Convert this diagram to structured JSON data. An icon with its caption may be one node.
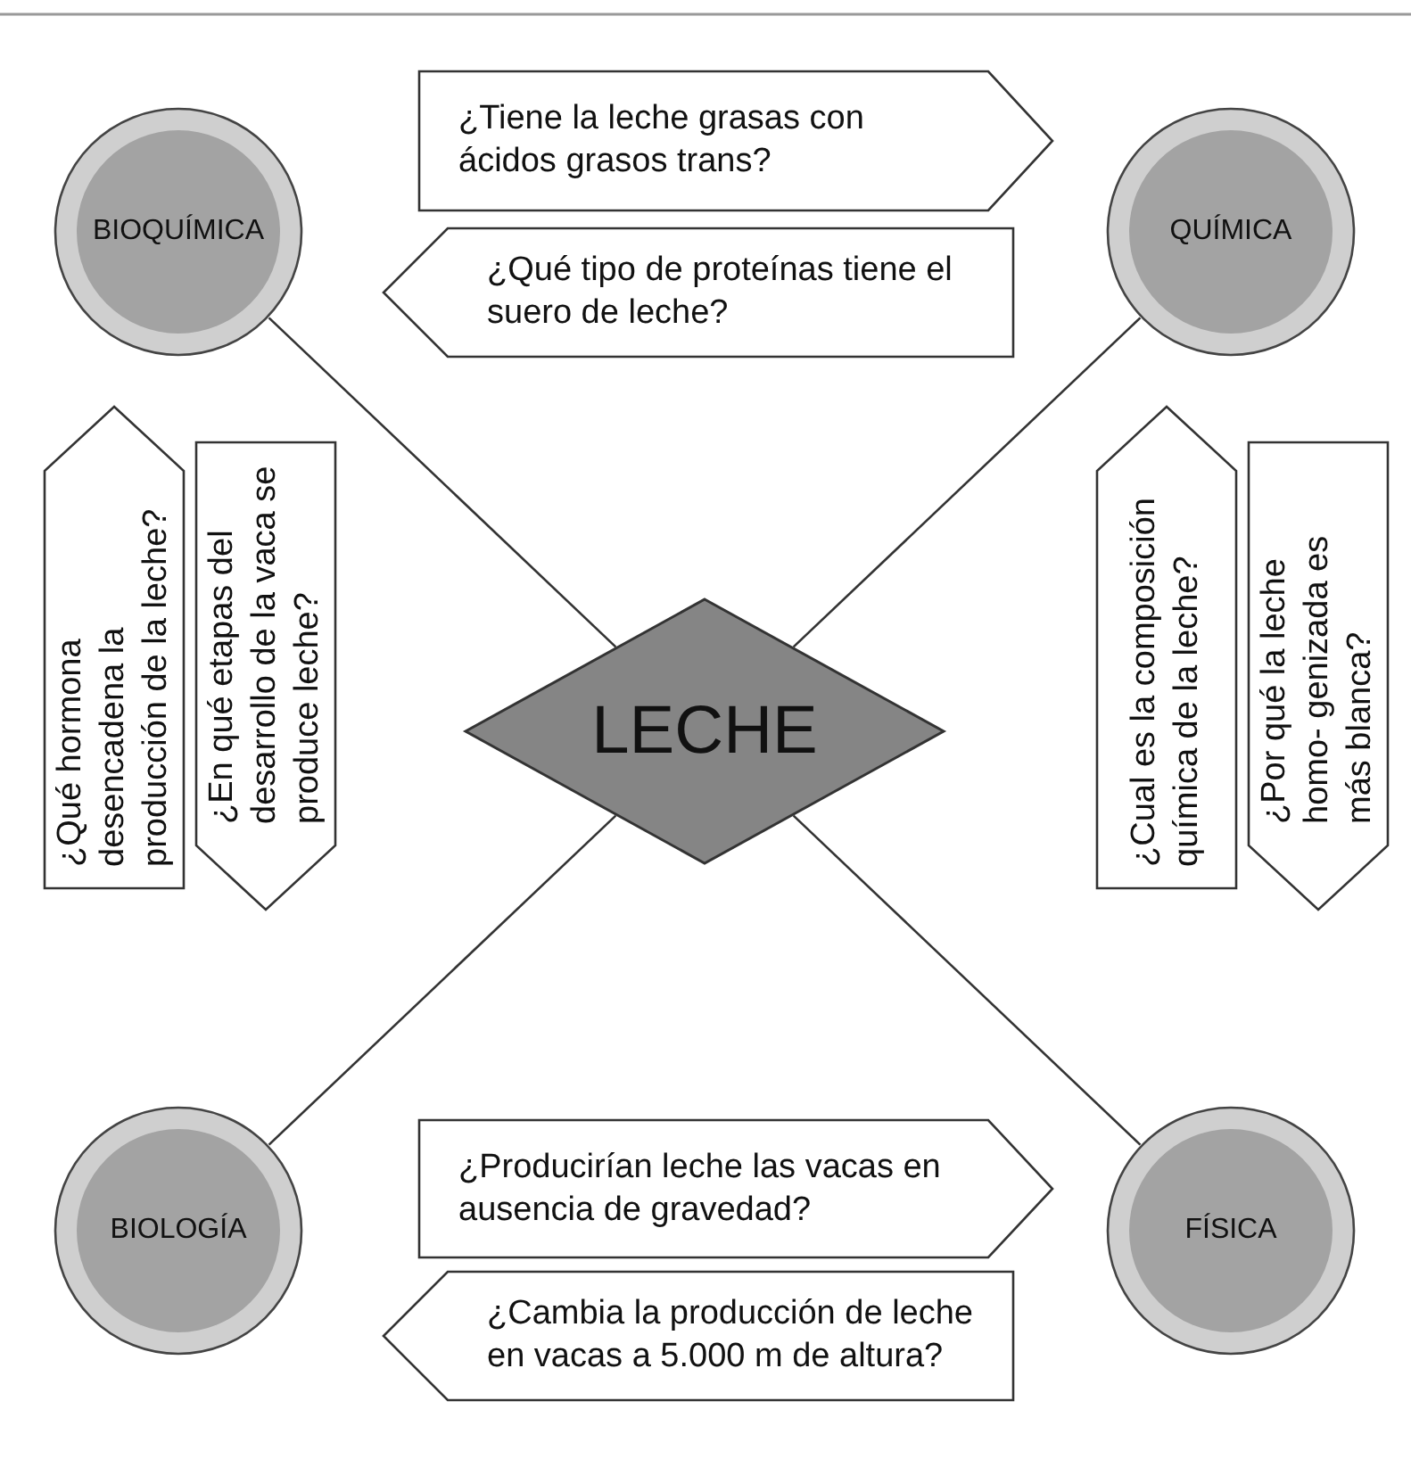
{
  "diagram": {
    "nodes": [
      {
        "text": [
          "LECHE"
        ]
      },
      {
        "text": [
          "BIOQUÍMICA"
        ]
      },
      {
        "text": [
          "QUÍMICA"
        ]
      },
      {
        "text": [
          "BIOLOGÍA"
        ]
      },
      {
        "text": [
          "FÍSICA"
        ]
      },
      {
        "text": [
          "¿Tiene la leche grasas con ácidos grasos trans?"
        ]
      },
      {
        "text": [
          "¿Qué tipo de proteínas tiene el suero de leche?"
        ]
      },
      {
        "text": [
          "¿Qué hormona desencadena la producción de la leche?"
        ]
      },
      {
        "text": [
          "¿En qué etapas del desarrollo de la vaca se produce leche?"
        ]
      },
      {
        "text": [
          "¿Cual es la composición química de la leche?"
        ]
      },
      {
        "text": [
          "¿Por qué la leche homo- genizada es más blanca?"
        ]
      },
      {
        "text": [
          "¿Producirían leche las vacas en ausencia de gravedad?"
        ]
      },
      {
        "text": [
          "¿Cambia la producción de leche en vacas a 5.000 m de altura?"
        ]
      }
    ],
    "edges": [
      {
        "from": 0,
        "to": 1,
        "arrow": "none"
      },
      {
        "from": 0,
        "to": 2,
        "arrow": "none"
      },
      {
        "from": 0,
        "to": 3,
        "arrow": "none"
      },
      {
        "from": 0,
        "to": 4,
        "arrow": "none"
      }
    ]
  }
}
